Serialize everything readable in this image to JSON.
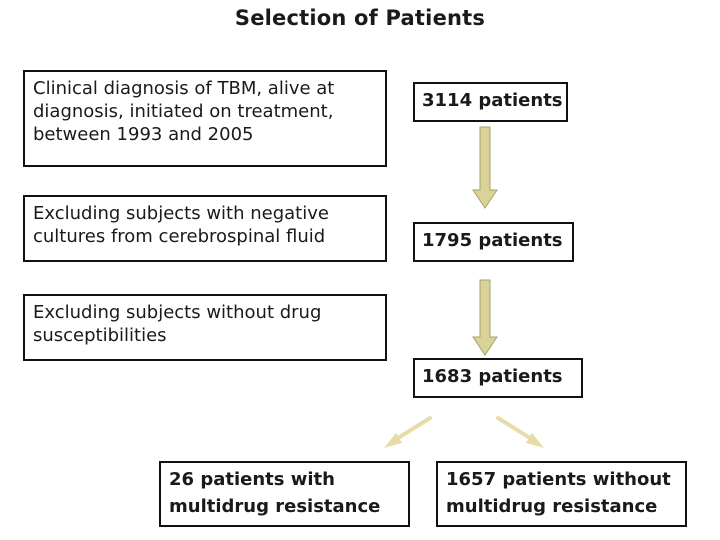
{
  "title": "Selection of Patients",
  "criteria": [
    {
      "lines": [
        "Clinical diagnosis of TBM, alive at",
        "diagnosis, initiated on treatment,",
        "between 1993 and 2005"
      ]
    },
    {
      "lines": [
        "Excluding subjects with negative",
        "cultures from cerebrospinal fluid"
      ]
    },
    {
      "lines": [
        "Excluding subjects without drug",
        "susceptibilities"
      ]
    }
  ],
  "counts": [
    "3114 patients",
    "1795 patients",
    "1683 patients"
  ],
  "outcomes": [
    {
      "lines": [
        "26 patients with",
        "multidrug resistance"
      ]
    },
    {
      "lines": [
        "1657 patients without",
        "multidrug resistance"
      ]
    }
  ],
  "colors": {
    "arrow_fill": "#d9d39a",
    "arrow_stroke": "#a8a16a",
    "diagonal_arrow": "#e6dca8"
  }
}
